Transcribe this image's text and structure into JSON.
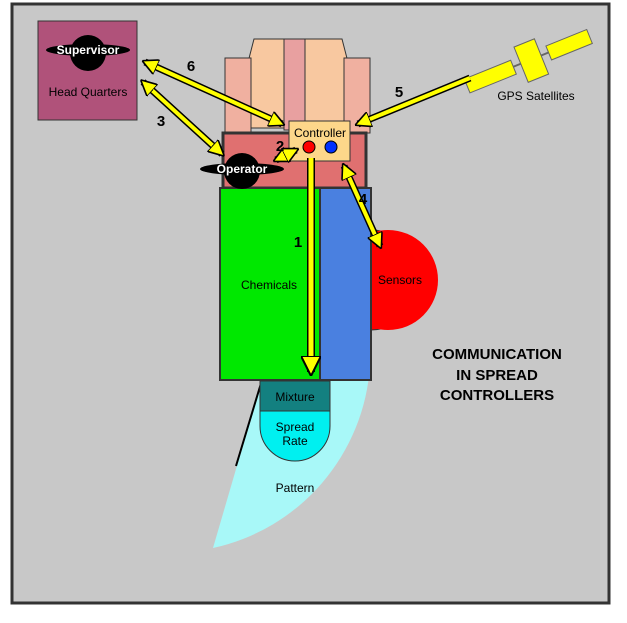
{
  "title_lines": [
    "COMMUNICATION",
    "IN SPREAD",
    "CONTROLLERS"
  ],
  "nodes": {
    "headquarters": "Head Quarters",
    "supervisor": "Supervisor",
    "operator": "Operator",
    "controller": "Controller",
    "gps": "GPS Satellites",
    "sensors": "Sensors",
    "chemicals": "Chemicals",
    "mixture": "Mixture",
    "spread_rate_line1": "Spread",
    "spread_rate_line2": "Rate",
    "pattern": "Pattern"
  },
  "links": [
    {
      "id": "1",
      "label": "1"
    },
    {
      "id": "2",
      "label": "2"
    },
    {
      "id": "3",
      "label": "3"
    },
    {
      "id": "4",
      "label": "4"
    },
    {
      "id": "5",
      "label": "5"
    },
    {
      "id": "6",
      "label": "6"
    }
  ],
  "colors": {
    "background": "#c8c8c8",
    "border": "#333333",
    "headquarters": "#b0527a",
    "chemicals": "#00e800",
    "tank_side": "#4a80e0",
    "sensors": "#ff0000",
    "controller_box": "#fdd78a",
    "cab": "#e07070",
    "hopper": "#f8c8a0",
    "mixture": "#138080",
    "spread_rate": "#00f0f0",
    "pattern": "#a8f8f8",
    "arrow": "#ffff00",
    "button_red": "#ff0000",
    "button_blue": "#0030ff"
  }
}
